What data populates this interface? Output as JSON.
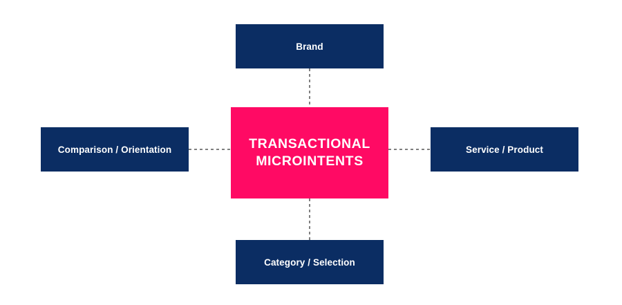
{
  "diagram": {
    "center": {
      "line1": "TRANSACTIONAL",
      "line2": "MICROINTENTS",
      "color": "#ff0a64"
    },
    "nodes": {
      "top": "Brand",
      "left": "Comparison / Orientation",
      "right": "Service / Product",
      "bottom": "Category / Selection"
    },
    "node_color": "#0b2d63",
    "connector_color": "#555555",
    "connector_style": "dashed"
  }
}
